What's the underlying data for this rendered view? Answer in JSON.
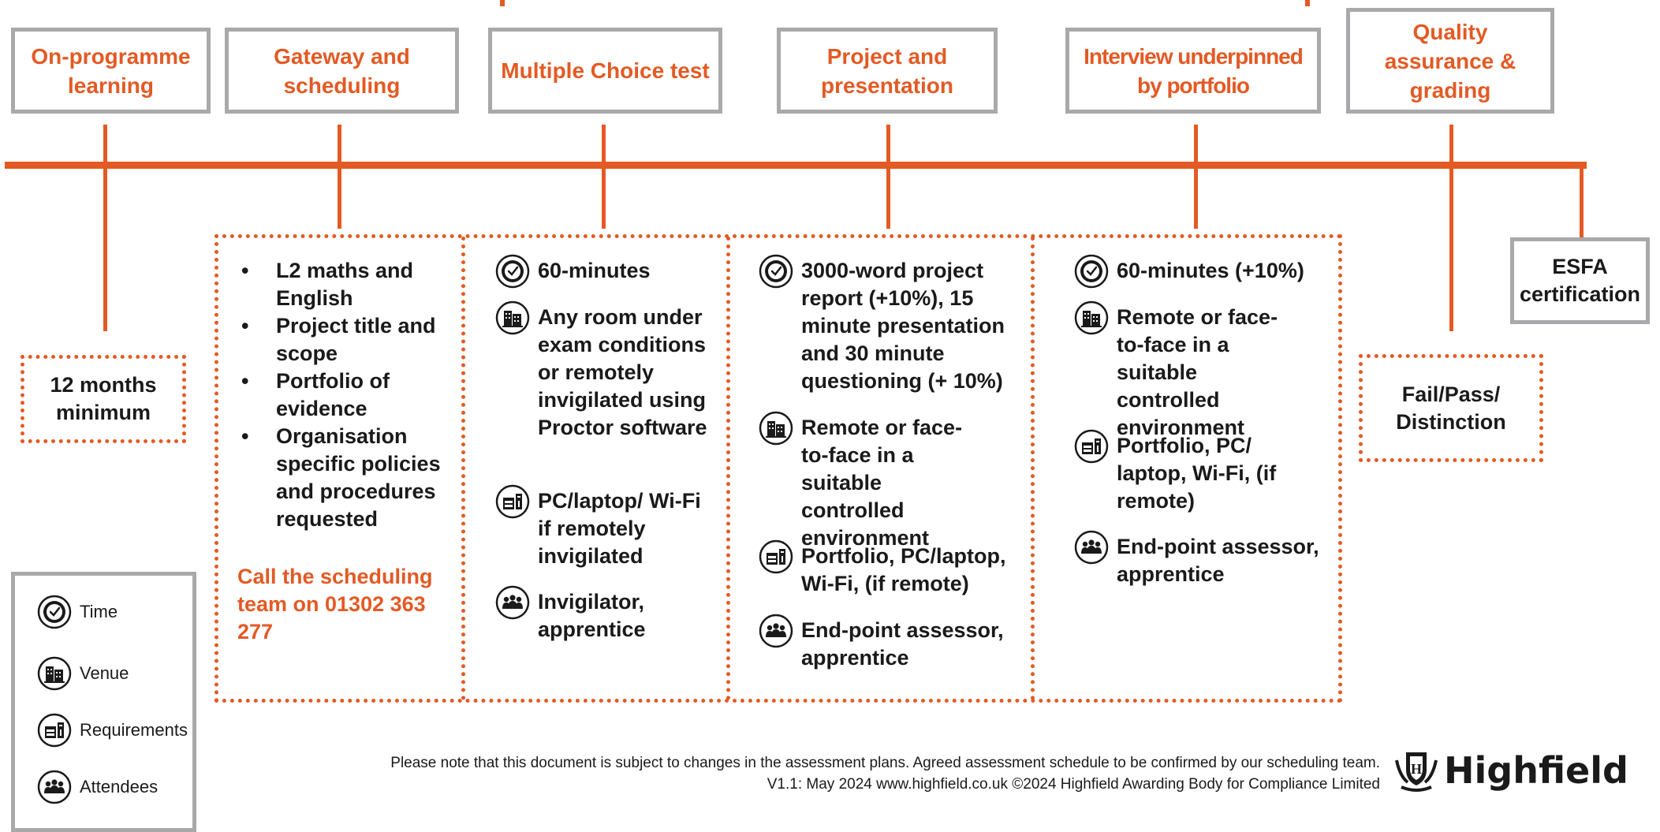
{
  "colors": {
    "accent": "#e35a24",
    "box_border": "#a9a9ab",
    "text": "#1a1a1a"
  },
  "stages": [
    {
      "title": "On-programme learning",
      "result": "12 months minimum"
    },
    {
      "title": "Gateway and scheduling",
      "bullets": [
        "L2 maths and English",
        "Project title and scope",
        "Portfolio of evidence",
        "Organisation specific policies and procedures requested"
      ],
      "call": "Call the scheduling team on 01302 363 277"
    },
    {
      "title": "Multiple Choice test",
      "time": "60-minutes",
      "venue": "Any room under exam conditions or remotely invigilated using Proctor software",
      "requirements": "PC/laptop/ Wi-Fi if remotely invigilated",
      "attendees": "Invigilator, apprentice"
    },
    {
      "title": "Project and presentation",
      "time": "3000-word project report (+10%), 15 minute presentation and 30 minute questioning (+ 10%)",
      "venue": "Remote or face-to-face in a suitable controlled environment",
      "requirements": "Portfolio, PC/laptop, Wi-Fi, (if remote)",
      "attendees": "End-point assessor, apprentice"
    },
    {
      "title": "Interview underpinned by portfolio",
      "time": "60-minutes (+10%)",
      "venue": "Remote or face-to-face in a suitable controlled environment",
      "requirements": "Portfolio, PC/ laptop, Wi-Fi, (if remote)",
      "attendees": "End-point assessor, apprentice"
    },
    {
      "title": "Quality assurance & grading",
      "result": "Fail/Pass/ Distinction"
    }
  ],
  "final": {
    "label": "ESFA certification"
  },
  "legend": [
    {
      "icon": "clock-icon",
      "label": "Time"
    },
    {
      "icon": "building-icon",
      "label": "Venue"
    },
    {
      "icon": "equipment-icon",
      "label": "Requirements"
    },
    {
      "icon": "people-icon",
      "label": "Attendees"
    }
  ],
  "footer": {
    "line1": "Please note that this document is subject to changes in the assessment plans.  Agreed assessment schedule to be confirmed by our scheduling team.",
    "line2": "V1.1: May 2024   www.highfield.co.uk   ©2024 Highfield Awarding Body for Compliance Limited"
  },
  "brand": {
    "name": "Highfield"
  }
}
